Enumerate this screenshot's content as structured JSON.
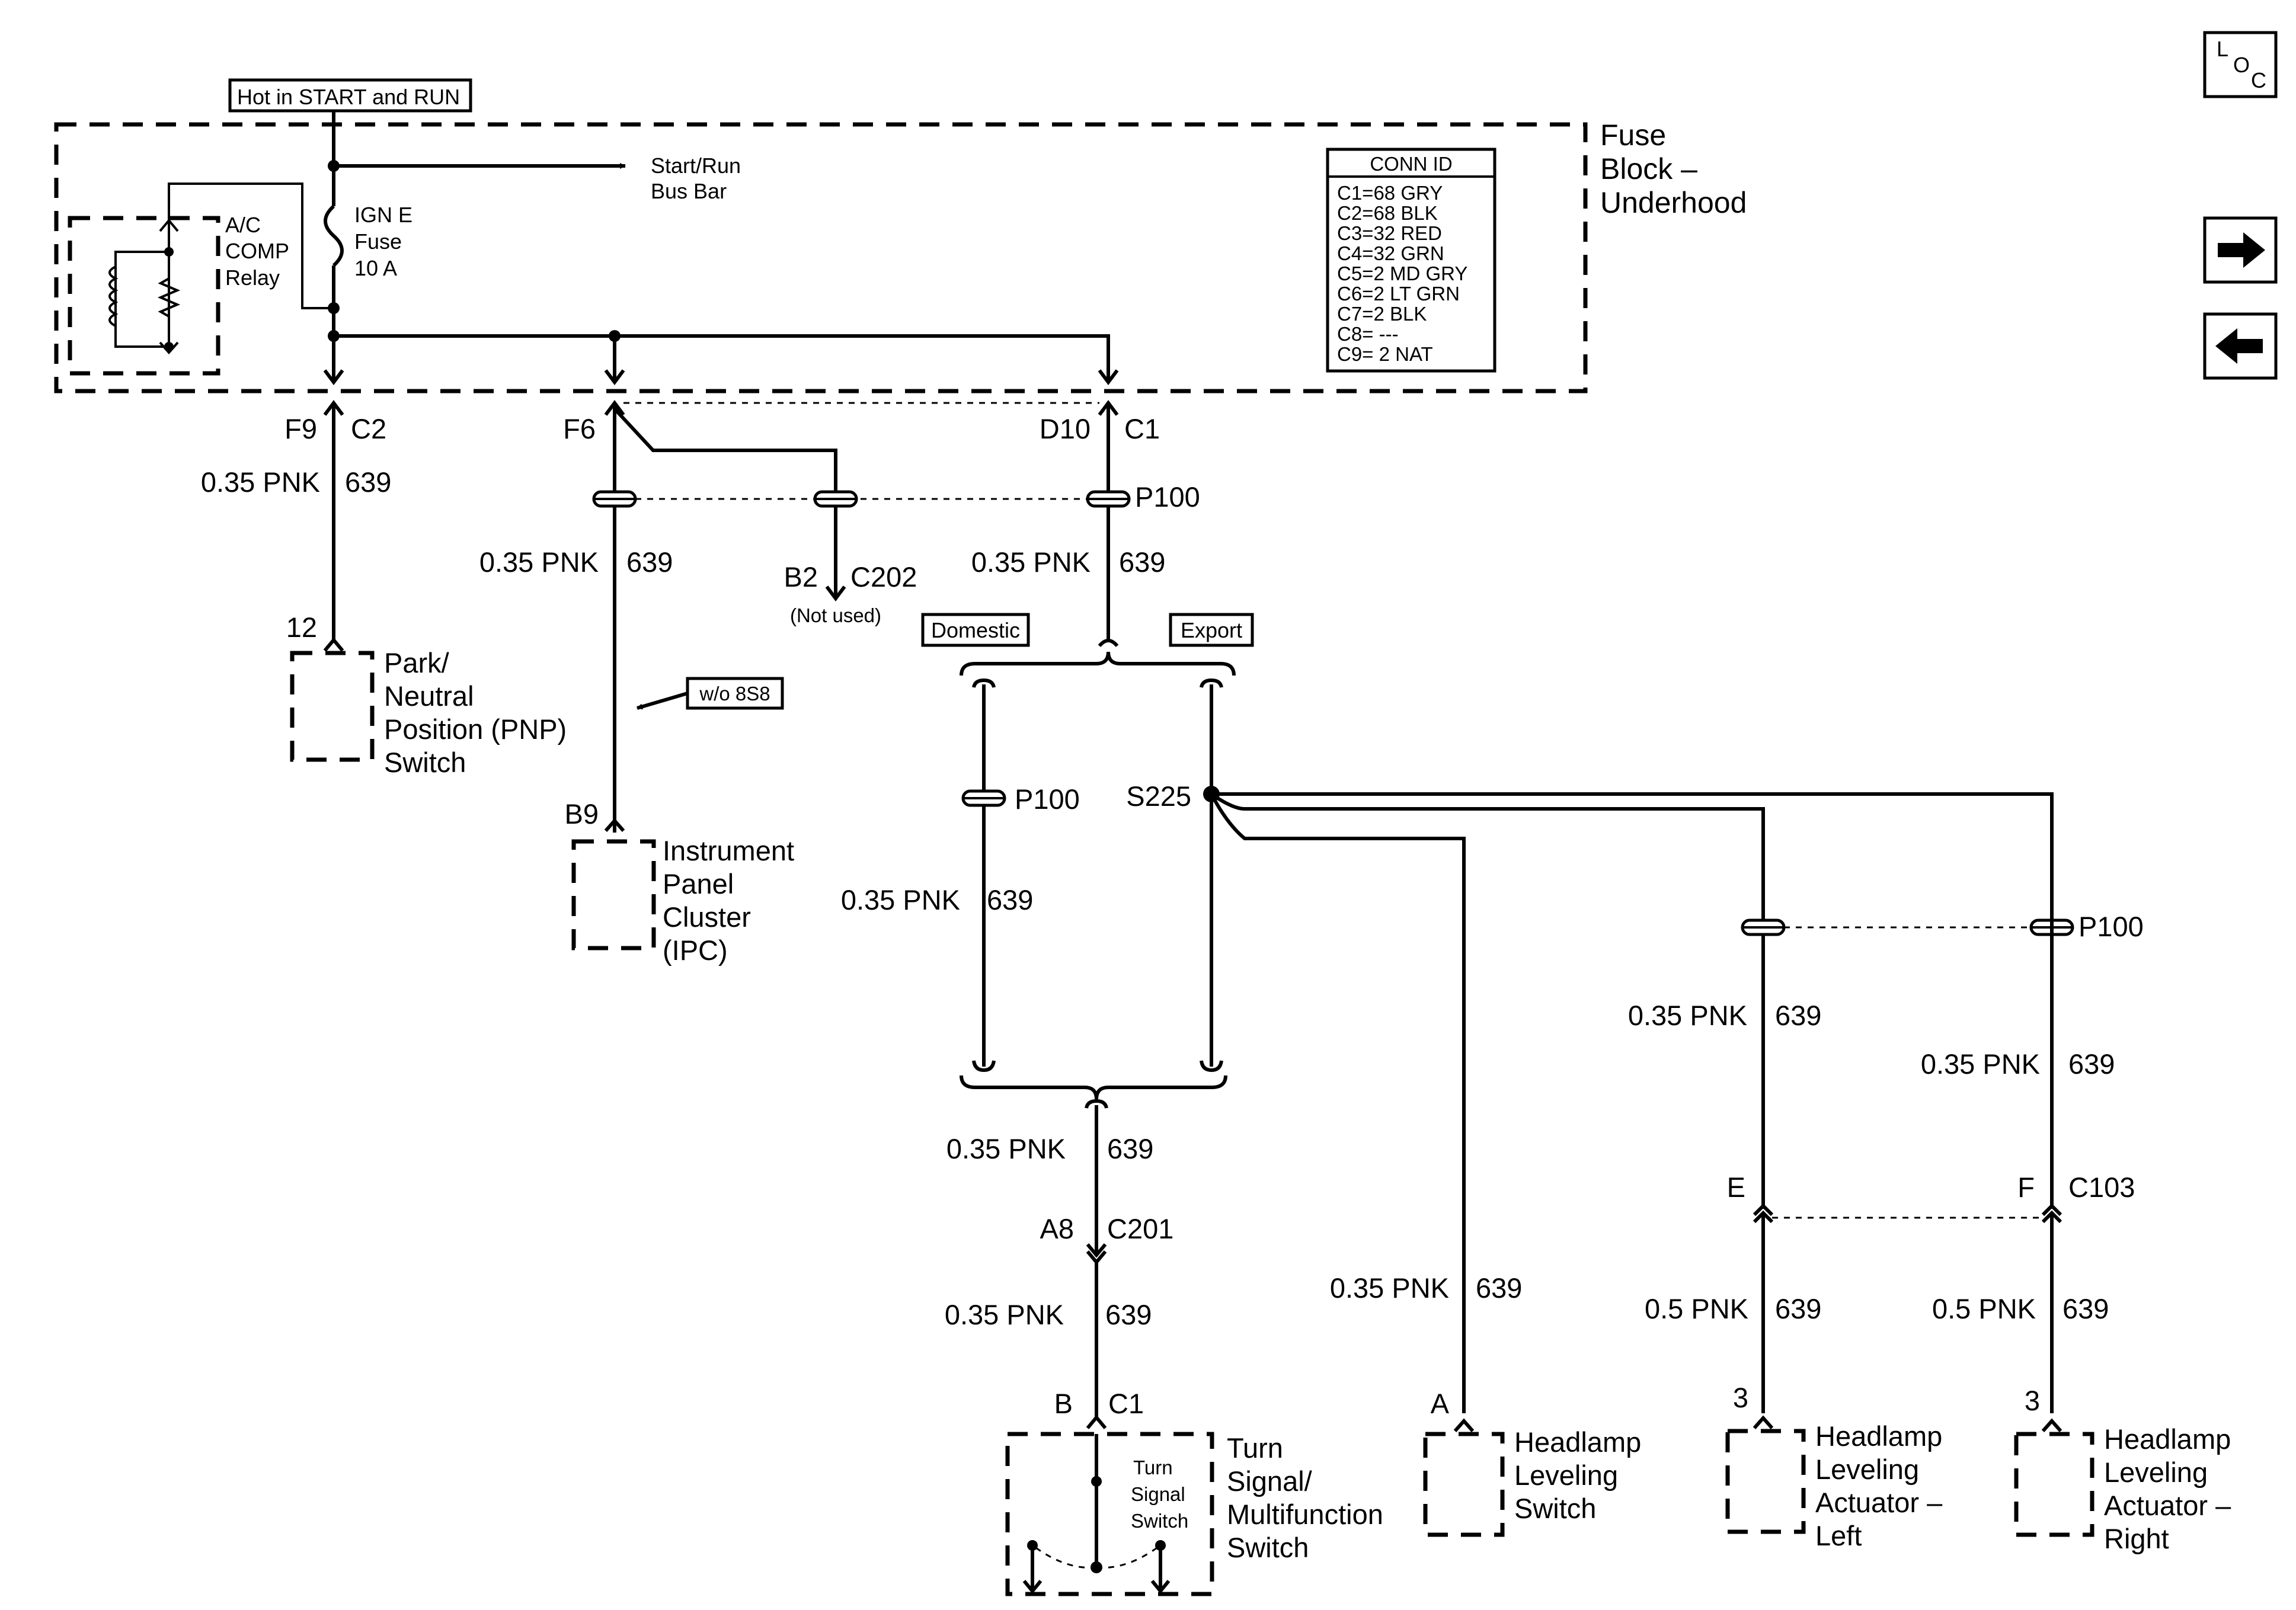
{
  "feed": {
    "hot_label": "Hot in START and RUN"
  },
  "fuse_block": {
    "title_line1": "Fuse",
    "title_line2": "Block –",
    "title_line3": "Underhood",
    "relay_line1": "A/C",
    "relay_line2": "COMP",
    "relay_line3": "Relay",
    "fuse_line1": "IGN E",
    "fuse_line2": "Fuse",
    "fuse_line3": "10 A",
    "bus_line1": "Start/Run",
    "bus_line2": "Bus Bar",
    "conn_id_title": "CONN ID",
    "conn_ids": [
      "C1=68 GRY",
      "C2=68 BLK",
      "C3=32 RED",
      "C4=32 GRN",
      "C5=2 MD GRY",
      "C6=2 LT GRN",
      "C7=2 BLK",
      "C8= ---",
      "C9= 2 NAT"
    ]
  },
  "nav": {
    "loc_l": "L",
    "loc_o": "O",
    "loc_c": "C",
    "next_icon": "arrow-right-icon",
    "prev_icon": "arrow-left-icon"
  },
  "pins": {
    "f9": "F9",
    "c2": "C2",
    "f6": "F6",
    "d10": "D10",
    "c1": "C1",
    "p100_top": "P100",
    "b2": "B2",
    "c202": "C202",
    "not_used": "(Not used)",
    "pin_12": "12",
    "b9": "B9",
    "p100_mid": "P100",
    "s225": "S225",
    "p100_right": "P100",
    "e": "E",
    "f": "F",
    "c103": "C103",
    "a8": "A8",
    "c201": "C201",
    "b": "B",
    "c1_bottom": "C1",
    "a": "A",
    "pin_3_left": "3",
    "pin_3_right": "3"
  },
  "wires": {
    "w_pnp": "0.35 PNK",
    "c_pnp": "639",
    "w_ipc": "0.35 PNK",
    "c_ipc": "639",
    "w_d10": "0.35 PNK",
    "c_d10": "639",
    "w_dom": "0.35 PNK",
    "c_dom": "639",
    "w_act_l": "0.35 PNK",
    "c_act_l": "639",
    "w_act_r": "0.35 PNK",
    "c_act_r": "639",
    "w_merge": "0.35 PNK",
    "c_merge": "639",
    "w_turn": "0.35 PNK",
    "c_turn": "639",
    "w_hls": "0.35 PNK",
    "c_hls": "639",
    "w_act_l2": "0.5 PNK",
    "c_act_l2": "639",
    "w_act_r2": "0.5 PNK",
    "c_act_r2": "639"
  },
  "options": {
    "domestic": "Domestic",
    "export": "Export",
    "wo_8s8": "w/o 8S8"
  },
  "components": {
    "pnp_line1": "Park/",
    "pnp_line2": "Neutral",
    "pnp_line3": "Position (PNP)",
    "pnp_line4": "Switch",
    "ipc_line1": "Instrument",
    "ipc_line2": "Panel",
    "ipc_line3": "Cluster",
    "ipc_line4": "(IPC)",
    "turn_inner1": "Turn",
    "turn_inner2": "Signal",
    "turn_inner3": "Switch",
    "turn_line1": "Turn",
    "turn_line2": "Signal/",
    "turn_line3": "Multifunction",
    "turn_line4": "Switch",
    "hls_line1": "Headlamp",
    "hls_line2": "Leveling",
    "hls_line3": "Switch",
    "actl_line1": "Headlamp",
    "actl_line2": "Leveling",
    "actl_line3": "Actuator –",
    "actl_line4": "Left",
    "actr_line1": "Headlamp",
    "actr_line2": "Leveling",
    "actr_line3": "Actuator –",
    "actr_line4": "Right"
  }
}
